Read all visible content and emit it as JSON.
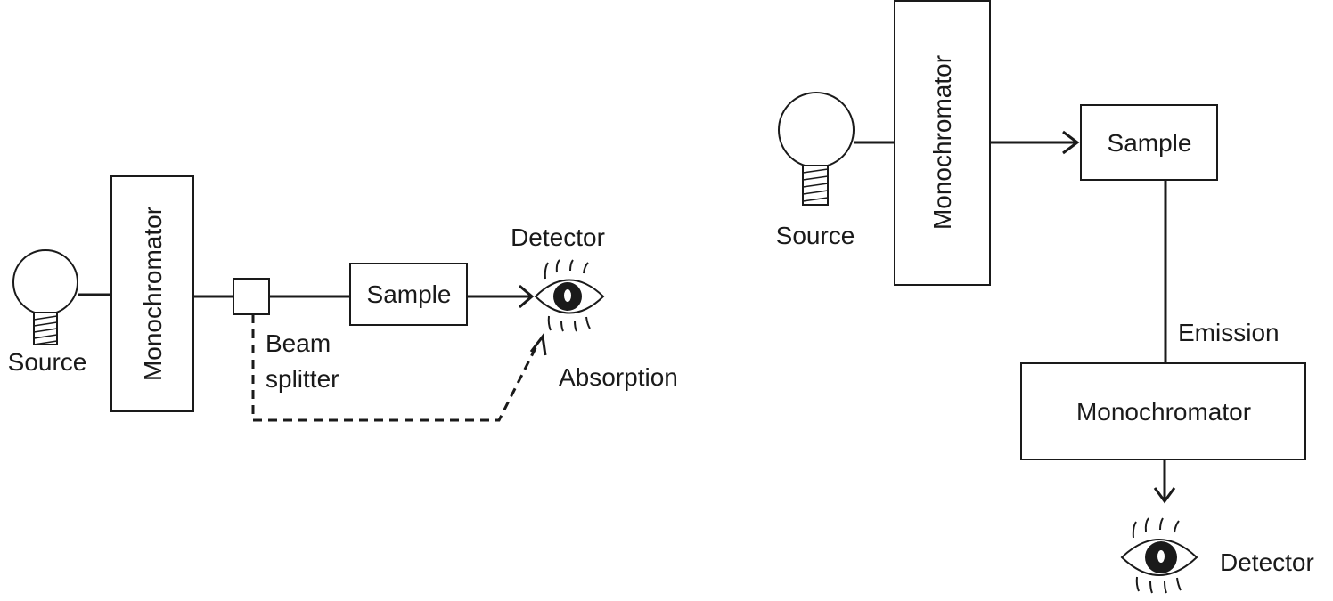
{
  "absorption": {
    "source_label": "Source",
    "monochromator_label": "Monochromator",
    "beam_splitter_line1": "Beam",
    "beam_splitter_line2": "splitter",
    "sample_label": "Sample",
    "detector_label": "Detector",
    "absorption_label": "Absorption"
  },
  "emission": {
    "source_label": "Source",
    "monochromator_label": "Monochromator",
    "sample_label": "Sample",
    "emission_label": "Emission",
    "monochromator2_label": "Monochromator",
    "detector_label": "Detector"
  }
}
